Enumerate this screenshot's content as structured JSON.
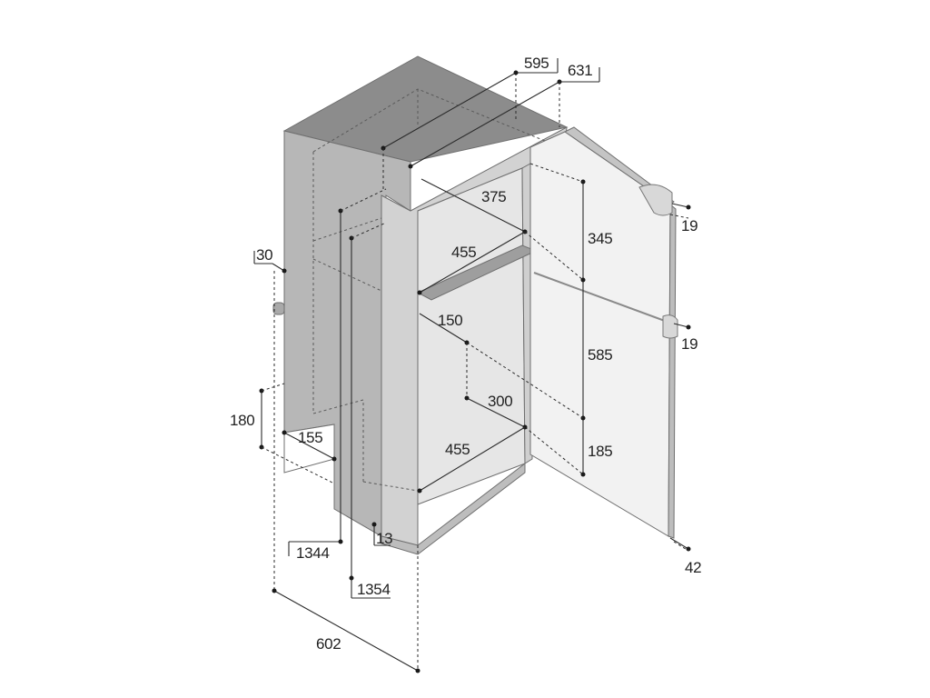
{
  "colors": {
    "cabinet_top": "#8c8c8c",
    "cabinet_side": "#b7b7b7",
    "cabinet_front_frame": "#d2d2d2",
    "interior_wall": "#e6e6e6",
    "door_panel": "#f2f2f2",
    "door_edge": "#c4c4c4",
    "line": "#2b2b2b"
  },
  "dimensions": {
    "depth_595": "595",
    "depth_631": "631",
    "freezer_depth": "375",
    "freezer_width": "455",
    "freezer_height": "345",
    "fridge_height": "585",
    "shelf_depth": "150",
    "lower_depth": "300",
    "lower_width": "455",
    "lower_height": "185",
    "handle_top": "19",
    "handle_mid": "19",
    "door_thickness": "42",
    "side_offset": "30",
    "recess_height": "180",
    "recess_depth": "155",
    "bottom_offset": "13",
    "body_height": "1344",
    "total_height": "1354",
    "total_width": "602"
  }
}
